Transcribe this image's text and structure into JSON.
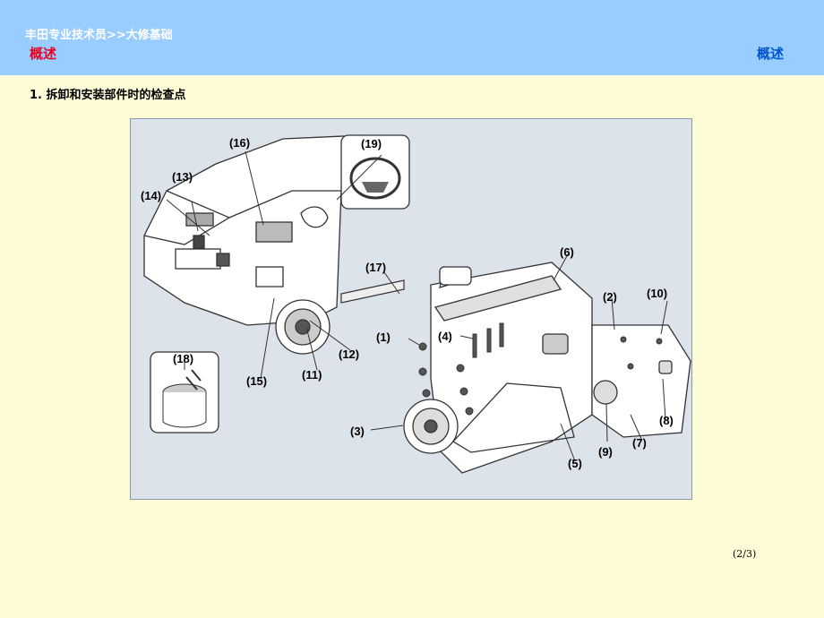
{
  "header": {
    "breadcrumb": "丰田专业技术员>>大修基础",
    "title_left": "概述",
    "title_right": "概述"
  },
  "content": {
    "heading": "1.  拆卸和安装部件时的检查点",
    "figure": {
      "callouts": [
        "(1)",
        "(2)",
        "(3)",
        "(4)",
        "(5)",
        "(6)",
        "(7)",
        "(8)",
        "(9)",
        "(10)",
        "(11)",
        "(12)",
        "(13)",
        "(14)",
        "(15)",
        "(16)",
        "(17)",
        "(18)",
        "(19)"
      ]
    }
  },
  "footer": {
    "page_indicator": "(2/3)"
  },
  "colors": {
    "header_bg": "#99ccff",
    "page_bg": "#fefcd6",
    "title_left": "#e8001c",
    "title_right": "#0055cc"
  }
}
